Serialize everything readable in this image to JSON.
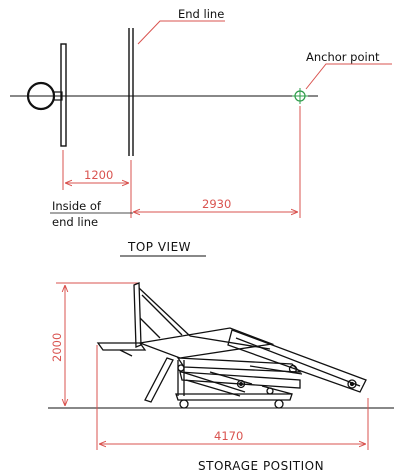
{
  "colors": {
    "line": "#111111",
    "dimension": "#d9534f",
    "anchor": "#2e9c4a"
  },
  "top_view": {
    "title": "TOP VIEW",
    "end_line_label": "End line",
    "anchor_label": "Anchor point",
    "inside_label_1": "Inside of",
    "inside_label_2": "end line",
    "dim_1200": "1200",
    "dim_2930": "2930"
  },
  "storage_view": {
    "title": "STORAGE POSITION",
    "dim_height": "2000",
    "dim_length": "4170"
  }
}
